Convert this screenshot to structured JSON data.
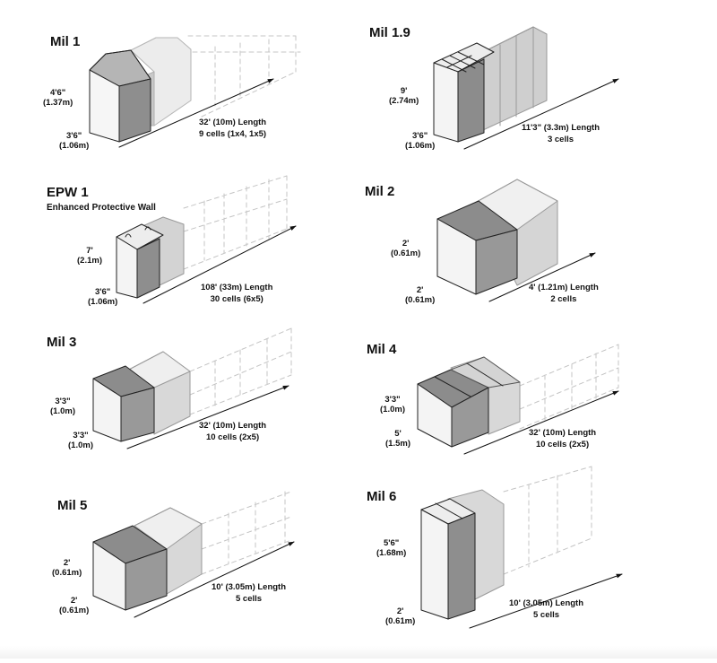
{
  "colors": {
    "dark": "#8c8c8c",
    "mid": "#b8b8b8",
    "light": "#d9d9d9",
    "pale": "#eeeeee",
    "white": "#f7f7f7",
    "line": "#1a1a1a",
    "dash": "#bdbdbd"
  },
  "units": [
    {
      "id": "mil1",
      "title": "Mil 1",
      "height": [
        "4'6\"",
        "(1.37m)"
      ],
      "width": [
        "3'6\"",
        "(1.06m)"
      ],
      "length": [
        "32' (10m) Length",
        "9 cells (1x4, 1x5)"
      ]
    },
    {
      "id": "mil19",
      "title": "Mil 1.9",
      "height": [
        "9'",
        "(2.74m)"
      ],
      "width": [
        "3'6\"",
        "(1.06m)"
      ],
      "length": [
        "11'3\" (3.3m) Length",
        "3 cells"
      ]
    },
    {
      "id": "epw1",
      "title": "EPW 1",
      "subtitle": "Enhanced Protective Wall",
      "height": [
        "7'",
        "(2.1m)"
      ],
      "width": [
        "3'6\"",
        "(1.06m)"
      ],
      "length": [
        "108' (33m) Length",
        "30 cells (6x5)"
      ]
    },
    {
      "id": "mil2",
      "title": "Mil 2",
      "height": [
        "2'",
        "(0.61m)"
      ],
      "width": [
        "2'",
        "(0.61m)"
      ],
      "length": [
        "4' (1.21m) Length",
        "2 cells"
      ]
    },
    {
      "id": "mil3",
      "title": "Mil 3",
      "height": [
        "3'3\"",
        "(1.0m)"
      ],
      "width": [
        "3'3\"",
        "(1.0m)"
      ],
      "length": [
        "32' (10m) Length",
        "10 cells  (2x5)"
      ]
    },
    {
      "id": "mil4",
      "title": "Mil 4",
      "height": [
        "3'3\"",
        "(1.0m)"
      ],
      "width": [
        "5'",
        "(1.5m)"
      ],
      "length": [
        "32' (10m) Length",
        "10 cells (2x5)"
      ]
    },
    {
      "id": "mil5",
      "title": "Mil 5",
      "height": [
        "2'",
        "(0.61m)"
      ],
      "width": [
        "2'",
        "(0.61m)"
      ],
      "length": [
        "10' (3.05m) Length",
        "5 cells"
      ]
    },
    {
      "id": "mil6",
      "title": "Mil 6",
      "height": [
        "5'6\"",
        "(1.68m)"
      ],
      "width": [
        "2'",
        "(0.61m)"
      ],
      "length": [
        "10' (3.05m) Length",
        "5 cells"
      ]
    }
  ]
}
